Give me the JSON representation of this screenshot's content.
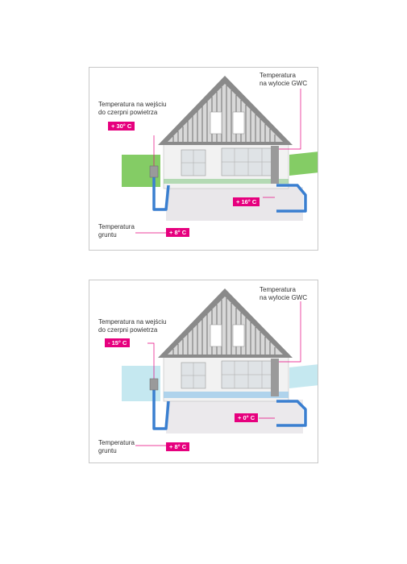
{
  "colors": {
    "accent": "#e6007e",
    "summer_ground": "#6ec34a",
    "winter_ground": "#bfe6ee",
    "pipe": "#3a7fd0"
  },
  "panels": [
    {
      "season": "summer",
      "outlet_label": "Temperatura\nna wylocie GWC",
      "inlet_label": "Temperatura na wejściu\ndo czerpni powietrza",
      "inlet_temp": "+ 30° C",
      "outlet_temp": "+ 16° C",
      "ground_label": "Temperatura\ngruntu",
      "ground_temp": "+ 8° C"
    },
    {
      "season": "winter",
      "outlet_label": "Temperatura\nna wylocie  GWC",
      "inlet_label": "Temperatura na wejściu\ndo czerpni powietrza",
      "inlet_temp": "- 15° C",
      "outlet_temp": "+ 0° C",
      "ground_label": "Temperatura\ngruntu",
      "ground_temp": "+ 8° C"
    }
  ]
}
